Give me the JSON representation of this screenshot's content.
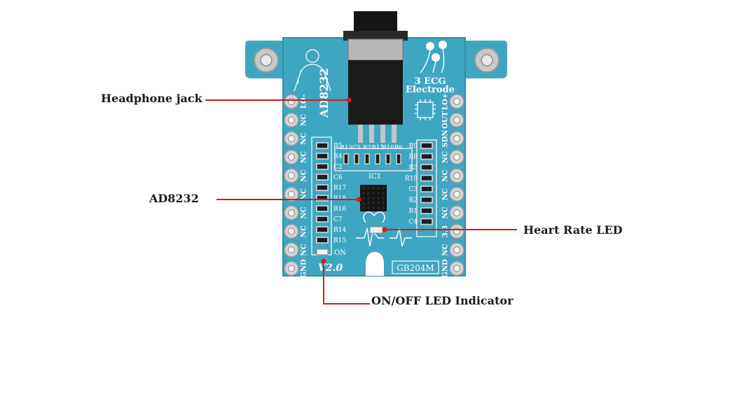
{
  "board": {
    "chip_label": "AD8232",
    "version": "V2.0",
    "model": "GB204M",
    "ic_label": "IC1",
    "power_label": "ON",
    "electrode_text_1": "3 ECG",
    "electrode_text_2": "Electrode",
    "left_pins": [
      "LO-",
      "NC",
      "NC",
      "NC",
      "NC",
      "NC",
      "NC",
      "NC",
      "NC",
      "GND"
    ],
    "right_pins": [
      "LO+",
      "OUT",
      "SDN",
      "NC",
      "NC",
      "NC",
      "NC",
      "3.3",
      "NC",
      "GND"
    ],
    "left_components": [
      "R5",
      "R4",
      "C2",
      "C6",
      "R17",
      "R18",
      "R16",
      "C7",
      "R14",
      "R15"
    ],
    "top_components": [
      "R13",
      "C5",
      "R7",
      "R11",
      "R10",
      "R6"
    ],
    "right_components": [
      "R9",
      "R8",
      "R3",
      "R19",
      "C3",
      "R2",
      "R1",
      "C4"
    ],
    "colors": {
      "pcb": "#3fa6c2",
      "pcb_dark": "#2f8fab",
      "silkscreen": "#ffffff",
      "jack": "#1a1a1a",
      "callout_line": "#d7191c"
    }
  },
  "callouts": {
    "headphone_jack": "Headphone jack",
    "ad8232": "AD8232",
    "heart_rate_led": "Heart Rate LED",
    "on_off_led": "ON/OFF LED Indicator"
  }
}
